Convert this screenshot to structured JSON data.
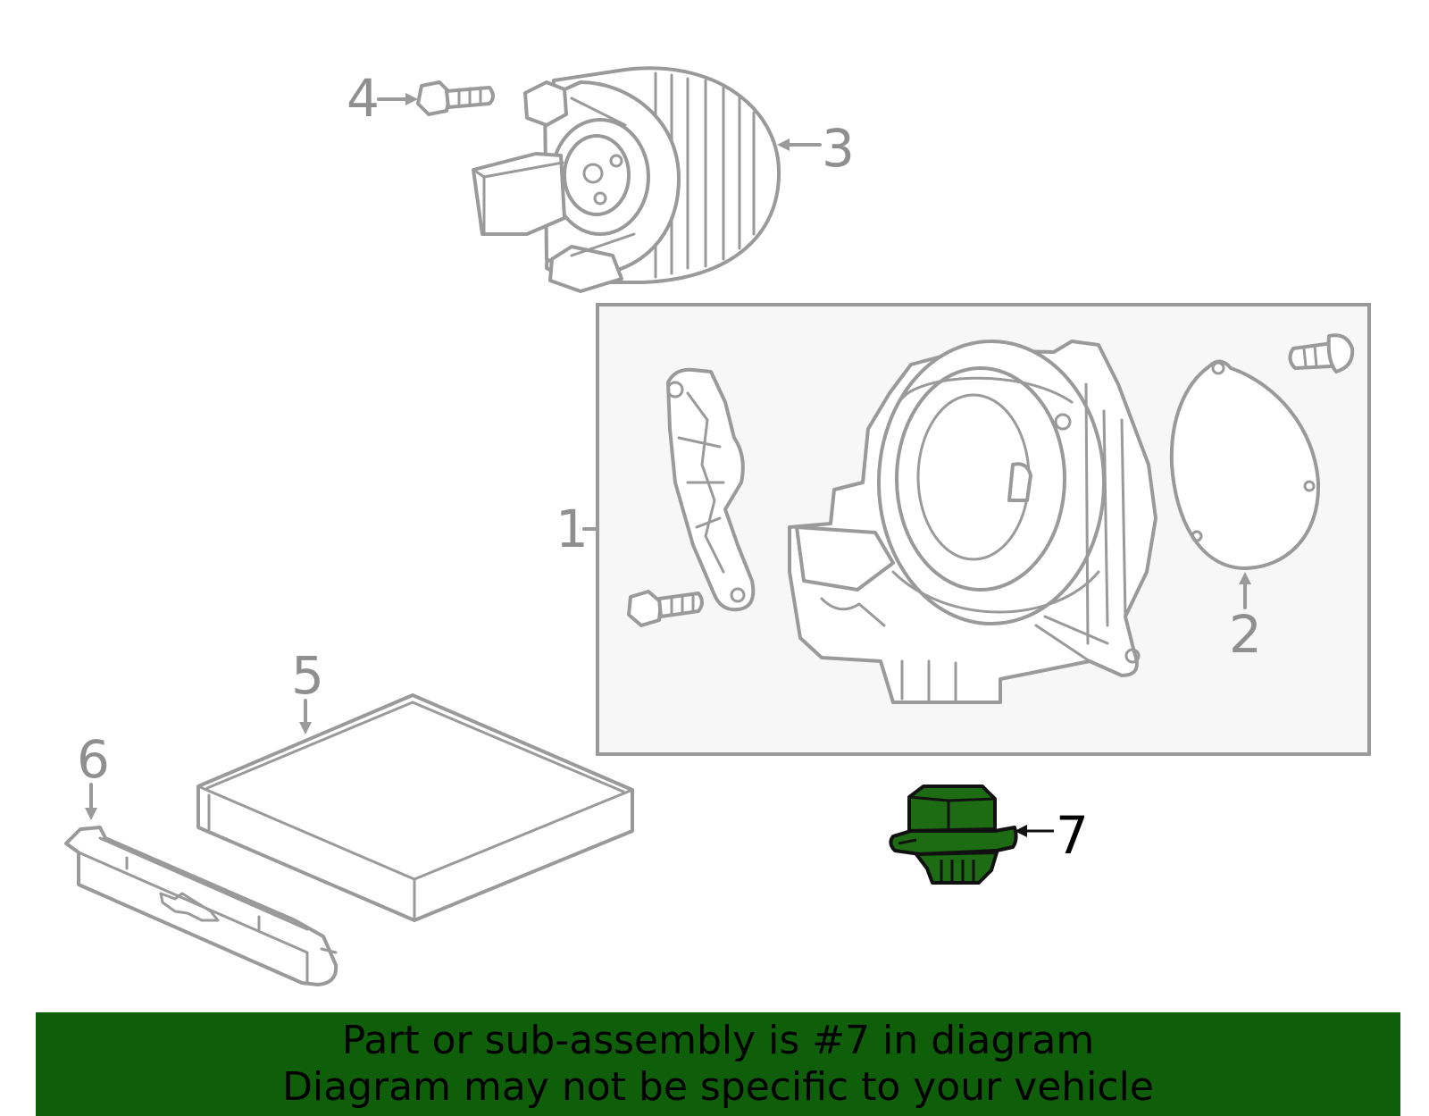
{
  "callouts": {
    "c1": "1",
    "c2": "2",
    "c3": "3",
    "c4": "4",
    "c5": "5",
    "c6": "6",
    "c7": "7"
  },
  "highlight": {
    "part": "7",
    "color": "#1d6b12"
  },
  "banner": {
    "line1": "Part or sub-assembly is #7 in diagram",
    "line2": "Diagram may not be specific to your vehicle",
    "background": "#0f5e0a"
  }
}
